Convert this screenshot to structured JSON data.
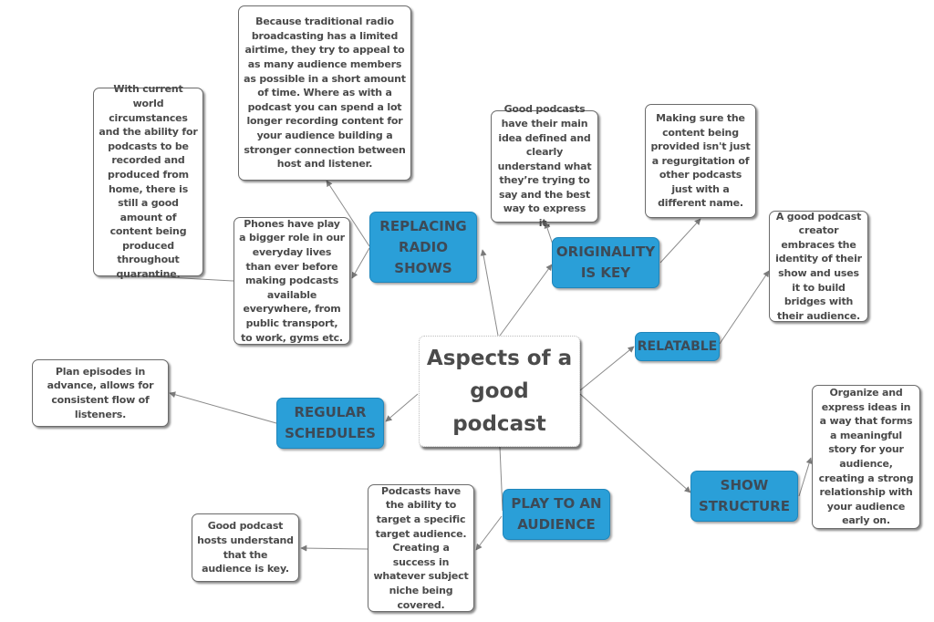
{
  "central": {
    "title": "Aspects of a good podcast"
  },
  "topics": {
    "replacing_radio": "REPLACING RADIO SHOWS",
    "originality": "ORIGINALITY IS KEY",
    "relatable": "RELATABLE",
    "regular_schedules": "REGULAR SCHEDULES",
    "show_structure": "SHOW STRUCTURE",
    "play_to_audience": "PLAY TO AN AUDIENCE"
  },
  "notes": {
    "radio_airtime": "Because traditional radio broadcasting has a limited airtime, they try to appeal to as many audience members as possible in a short amount of time. Where as with a podcast you can spend a lot longer recording content for your audience building a stronger connection between host and listener.",
    "phones": "Phones have play a bigger role in our everyday lives than ever before making podcasts available everywhere, from public transport, to work, gyms etc.",
    "quarantine": "With current world circumstances and the ability for podcasts to be recorded and produced from home, there is still a good amount of content being produced throughout quarantine.",
    "main_idea": "Good podcasts have their main idea defined and clearly understand what they’re trying to say and the best way to express it.",
    "regurgitation": "Making sure the content being provided isn't just a regurgitation of other podcasts just with a different name.",
    "identity": "A good podcast creator embraces the identity of their show and uses it to build bridges with their audience.",
    "plan_episodes": "Plan episodes in advance, allows for consistent flow of listeners.",
    "organize_ideas": "Organize and express ideas in a way that forms a meaningful story for your audience, creating a strong relationship with your audience early on.",
    "target_audience": "Podcasts have the ability to target a specific target audience. Creating a success in whatever subject niche being covered.",
    "hosts_understand": "Good podcast hosts understand that the audience is key."
  },
  "colors": {
    "topic_fill": "#2a9fd8",
    "topic_text": "#3d4a57",
    "note_text": "#4a4a4a",
    "connector": "#8a8a8a"
  }
}
